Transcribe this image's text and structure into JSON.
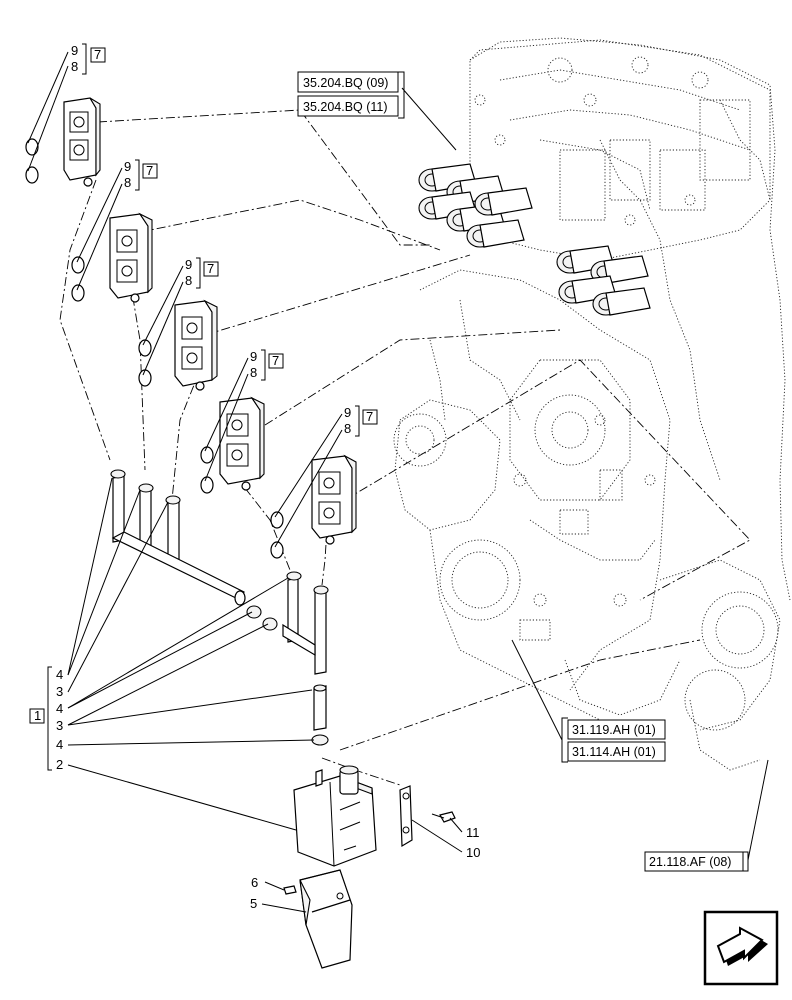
{
  "callouts": {
    "top_ref_1": "35.204.BQ (09)",
    "top_ref_2": "35.204.BQ (11)",
    "mid_ref_1": "31.119.AH (01)",
    "mid_ref_2": "31.114.AH (01)",
    "bottom_ref": "21.118.AF (08)"
  },
  "group_numbers": {
    "kit": "1",
    "valve_kit": "7"
  },
  "valve_labels": [
    {
      "upper": "9",
      "lower": "8",
      "kit": "7"
    },
    {
      "upper": "9",
      "lower": "8",
      "kit": "7"
    },
    {
      "upper": "9",
      "lower": "8",
      "kit": "7"
    },
    {
      "upper": "9",
      "lower": "8",
      "kit": "7"
    },
    {
      "upper": "9",
      "lower": "8",
      "kit": "7"
    }
  ],
  "kit_labels": [
    "4",
    "3",
    "4",
    "3",
    "4",
    "2"
  ],
  "part_labels": {
    "p11": "11",
    "p10": "10",
    "p6": "6",
    "p5": "5"
  },
  "nav_icon": "next-page-arrow-icon"
}
